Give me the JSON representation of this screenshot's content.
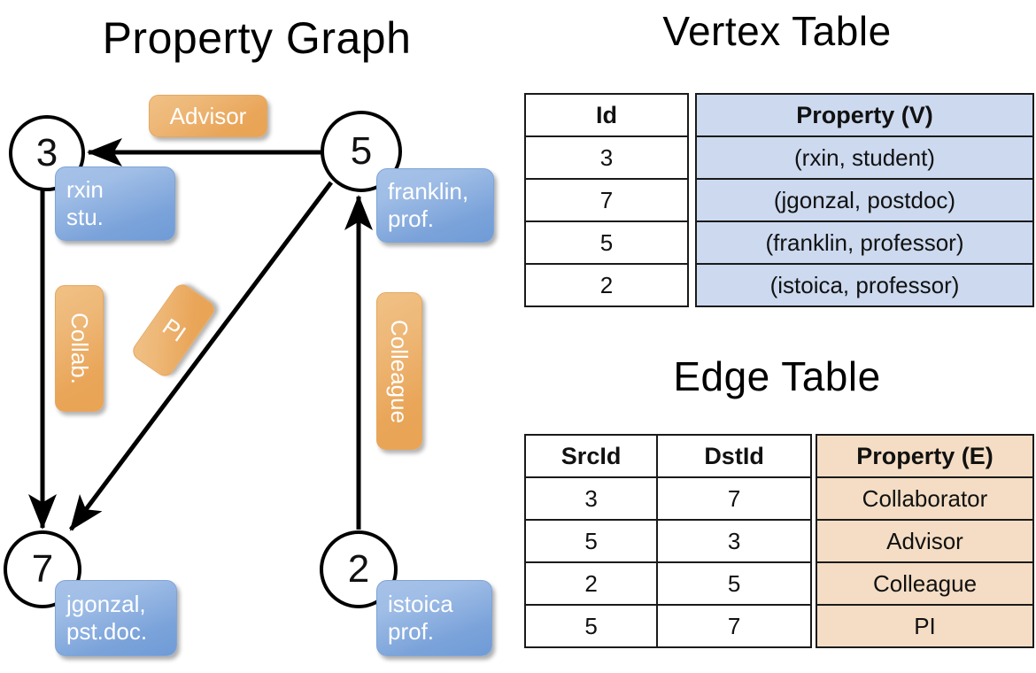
{
  "titles": {
    "property_graph": "Property Graph",
    "vertex_table": "Vertex Table",
    "edge_table": "Edge Table"
  },
  "graph": {
    "nodes": [
      {
        "id": "3",
        "property_lines": [
          "rxin",
          "stu."
        ]
      },
      {
        "id": "5",
        "property_lines": [
          "franklin,",
          "prof."
        ]
      },
      {
        "id": "7",
        "property_lines": [
          "jgonzal,",
          "pst.doc."
        ]
      },
      {
        "id": "2",
        "property_lines": [
          "istoica",
          "prof."
        ]
      }
    ],
    "edge_labels": [
      {
        "text": "Advisor",
        "from": "5",
        "to": "3"
      },
      {
        "text": "Collab.",
        "from": "3",
        "to": "7"
      },
      {
        "text": "PI",
        "from": "5",
        "to": "7"
      },
      {
        "text": "Colleague",
        "from": "2",
        "to": "5"
      }
    ]
  },
  "vertex_table": {
    "headers": [
      "Id",
      "Property (V)"
    ],
    "rows": [
      {
        "id": "3",
        "property": "(rxin, student)"
      },
      {
        "id": "7",
        "property": "(jgonzal, postdoc)"
      },
      {
        "id": "5",
        "property": "(franklin, professor)"
      },
      {
        "id": "2",
        "property": "(istoica, professor)"
      }
    ]
  },
  "edge_table": {
    "headers": [
      "SrcId",
      "DstId",
      "Property (E)"
    ],
    "rows": [
      {
        "src": "3",
        "dst": "7",
        "property": "Collaborator"
      },
      {
        "src": "5",
        "dst": "3",
        "property": "Advisor"
      },
      {
        "src": "2",
        "dst": "5",
        "property": "Colleague"
      },
      {
        "src": "5",
        "dst": "7",
        "property": "PI"
      }
    ]
  },
  "colors": {
    "vertex_header_fill": "#ccd9ef",
    "edge_header_fill": "#f4ddc4",
    "node_property_box": "#7ba3da",
    "edge_label_box": "#e9a558",
    "stroke": "#000000"
  }
}
